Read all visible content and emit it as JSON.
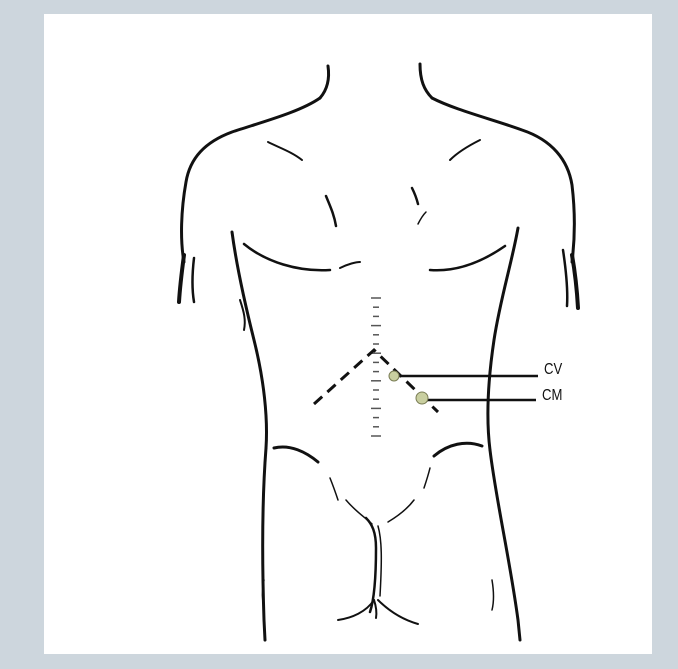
{
  "labels": {
    "cv": "CV",
    "cm": "CM"
  },
  "colors": {
    "background": "#cdd6dd",
    "panel": "#ffffff",
    "line": "#111111",
    "point_fill": "#c9cfa0"
  },
  "icons": {
    "cv_point": "acupoint-marker",
    "cm_point": "acupoint-marker"
  }
}
